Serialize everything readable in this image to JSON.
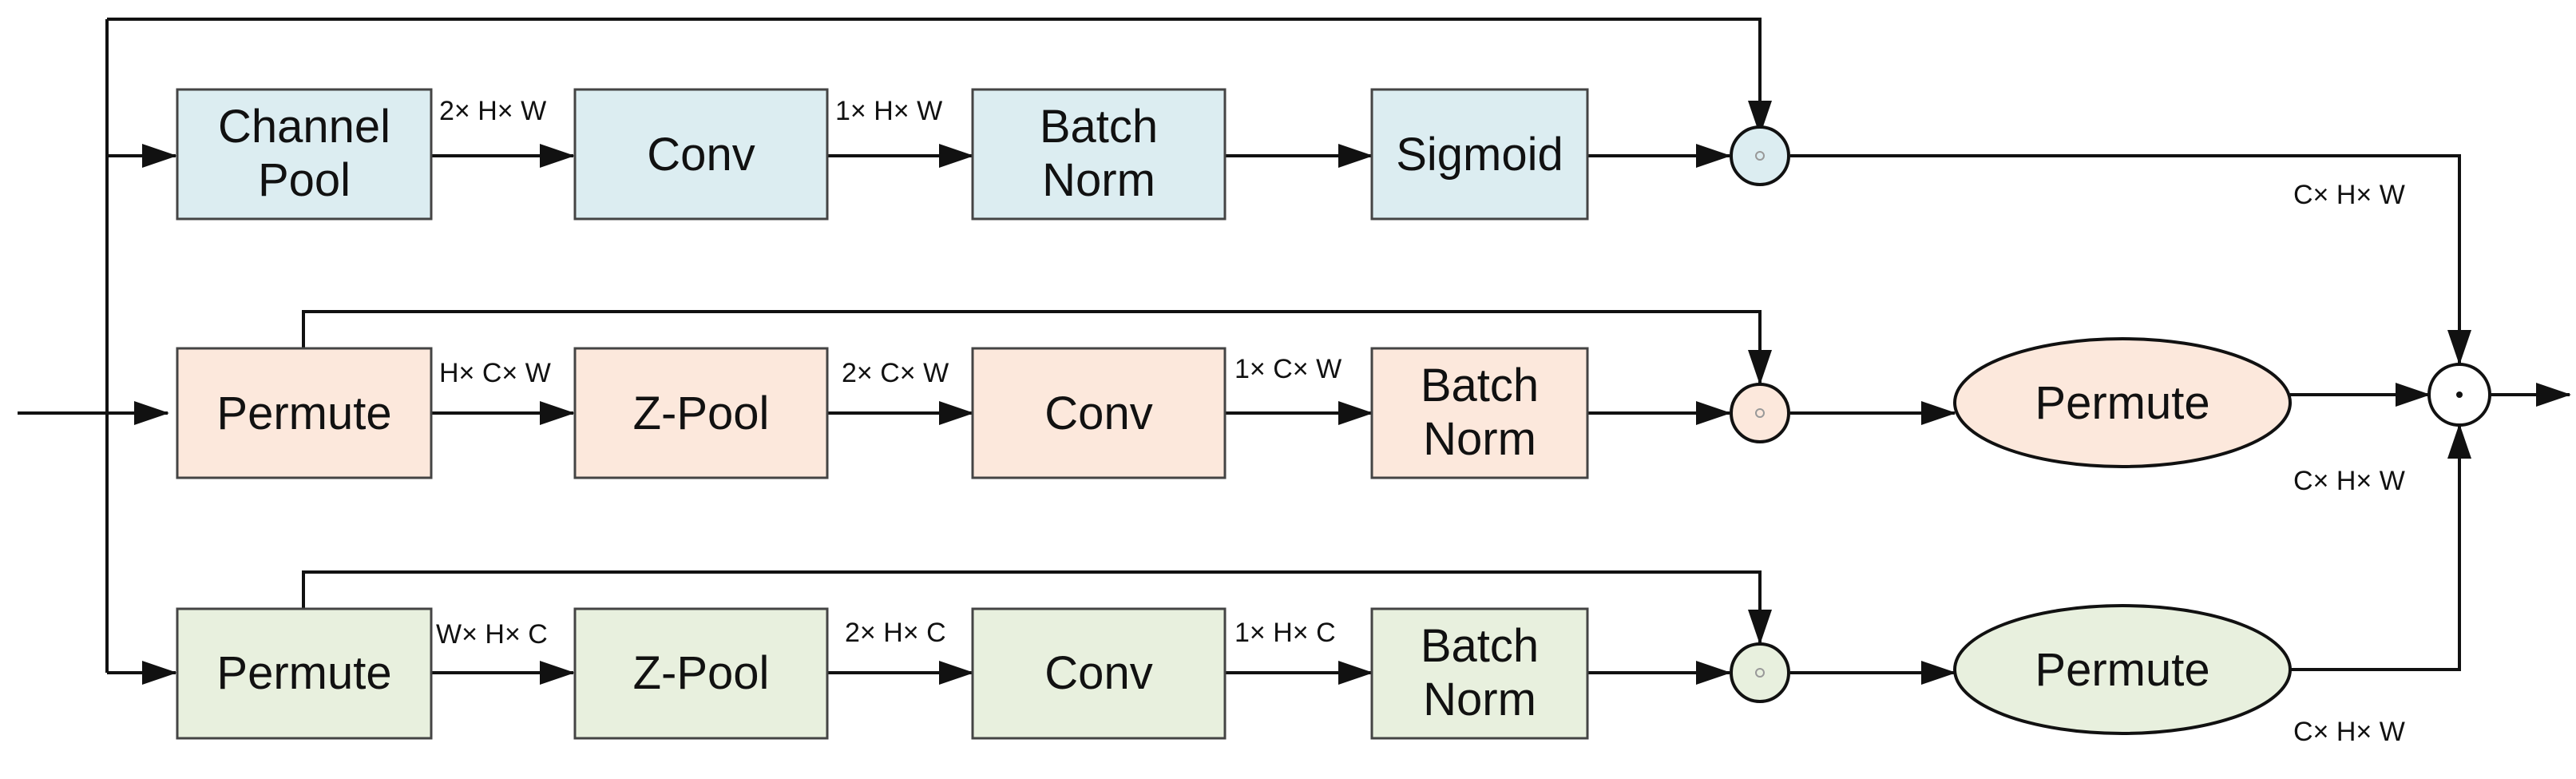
{
  "colors": {
    "blue": "#dcedf1",
    "orange": "#fce8dc",
    "green": "#e8f0de",
    "stroke": "#111111"
  },
  "top": {
    "channel_pool": [
      "Channel",
      "Pool"
    ],
    "conv": "Conv",
    "batch_norm": [
      "Batch",
      "Norm"
    ],
    "sigmoid": "Sigmoid",
    "dim1": "2× H× W",
    "dim2": "1× H× W"
  },
  "middle": {
    "permute": "Permute",
    "zpool": "Z-Pool",
    "conv": "Conv",
    "batch_norm": [
      "Batch",
      "Norm"
    ],
    "permute_out": "Permute",
    "dim1": "H× C× W",
    "dim2": "2× C× W",
    "dim3": "1× C× W"
  },
  "bottom": {
    "permute": "Permute",
    "zpool": "Z-Pool",
    "conv": "Conv",
    "batch_norm": [
      "Batch",
      "Norm"
    ],
    "permute_out": "Permute",
    "dim1": "W× H× C",
    "dim2": "2× H× C",
    "dim3": "1× H× C"
  },
  "outputs": {
    "top_dim": "C× H× W",
    "middle_dim": "C× H× W",
    "bottom_dim": "C× H× W"
  },
  "symbols": {
    "multiply": "⊙",
    "average": "·"
  }
}
